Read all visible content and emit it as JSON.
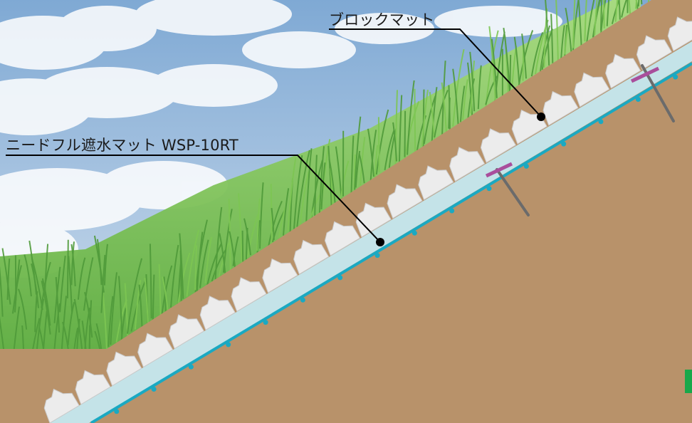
{
  "labels": {
    "block_mat": "ブロックマット",
    "needlefull_mat": "ニードフル遮水マット WSP-10RT"
  },
  "colors": {
    "sky_top": "#7fa9d4",
    "sky_bottom": "#dbe6f1",
    "cloud": "#ffffff",
    "soil": "#b8926a",
    "grass": "#7dc653",
    "grass_dark": "#4f9a3a",
    "block": "#ececec",
    "block_edge": "#c9c9c9",
    "sheet": "#c4e3e8",
    "membrane": "#1aa9c2",
    "stake": "#6b6b6b",
    "stake_band": "#a94e9c",
    "leader": "#000000",
    "corner_mark": "#18a84a"
  },
  "icons": {
    "corner_mark": "green-tab"
  }
}
